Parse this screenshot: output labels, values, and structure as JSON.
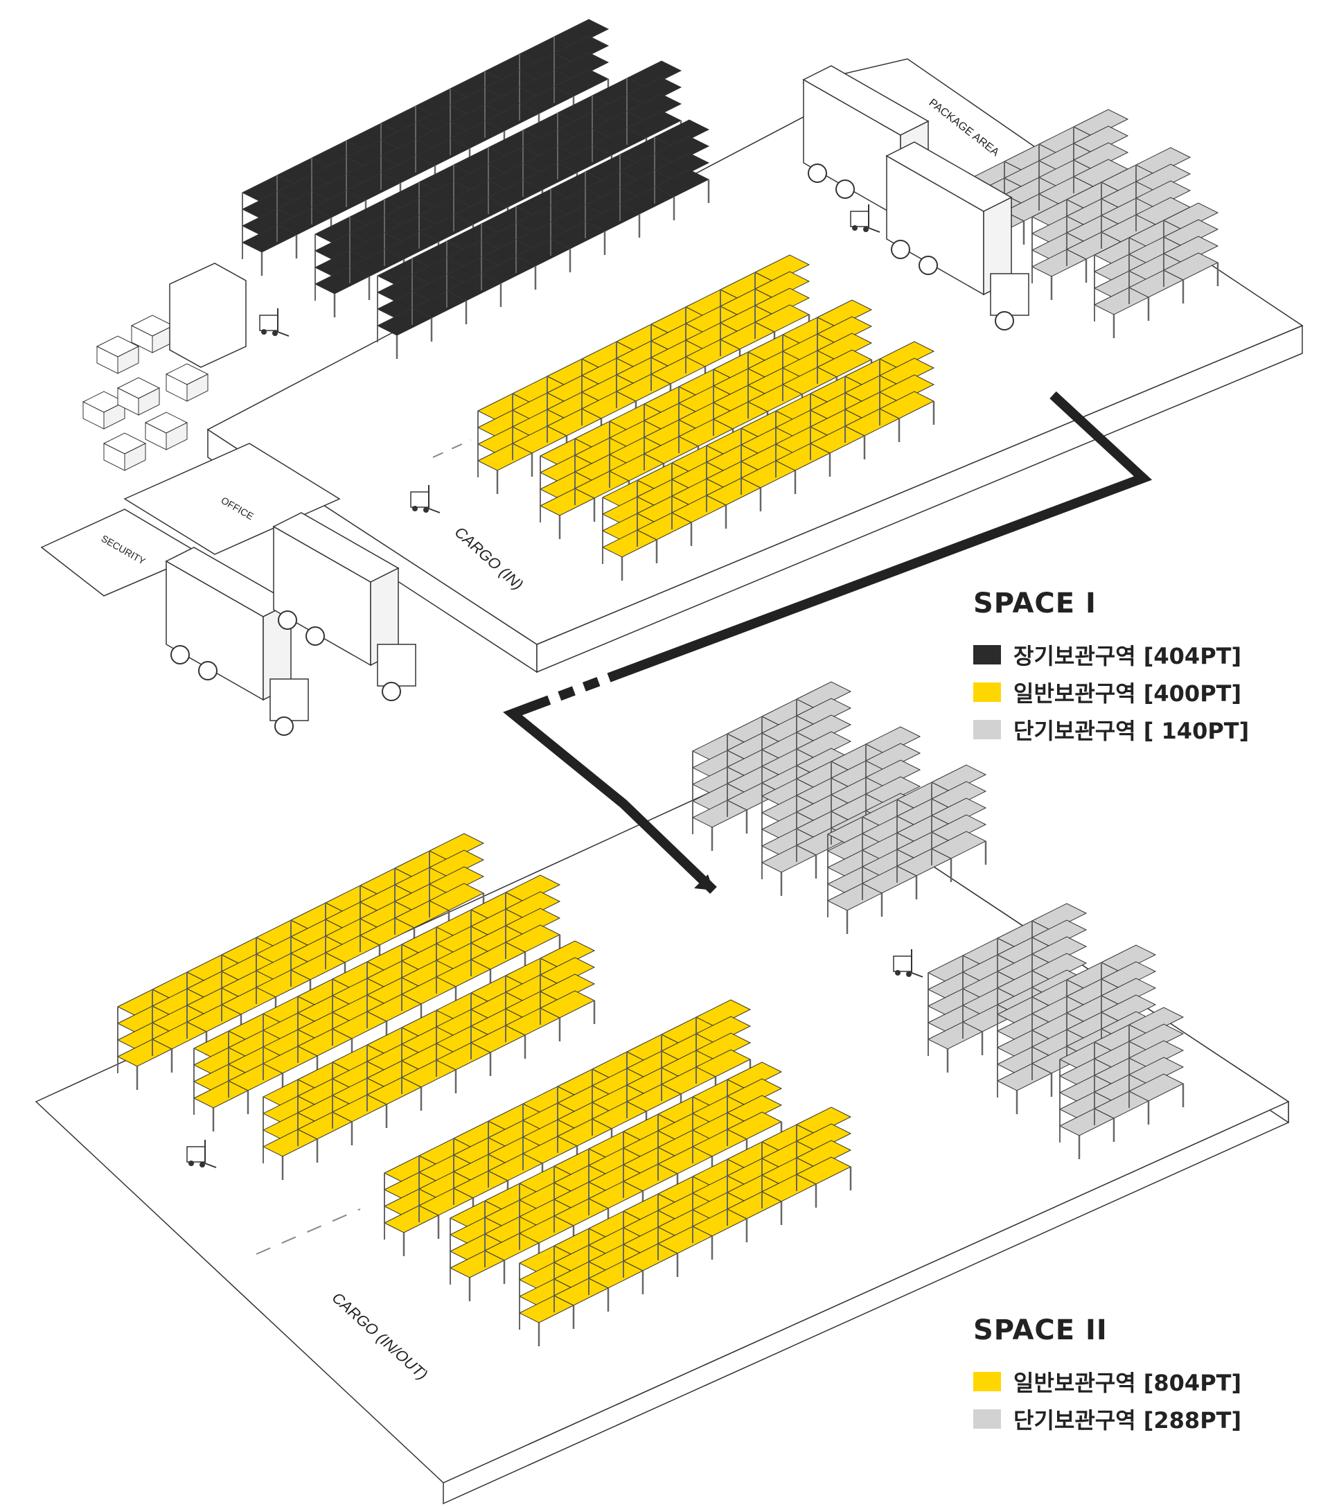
{
  "colors": {
    "long_term": "#2b2b2b",
    "general": "#ffd600",
    "short_term": "#d2d2d2",
    "line": "#333333",
    "floor": "#ffffff"
  },
  "area_labels": {
    "package_area": "PACKAGE AREA",
    "office": "OFFICE",
    "security": "SECURITY",
    "cargo_in": "CARGO (IN)",
    "cargo_inout": "CARGO (IN/OUT)"
  },
  "space1": {
    "title": "SPACE I",
    "items": [
      {
        "label": "장기보관구역 [404PT]",
        "color": "#2b2b2b"
      },
      {
        "label": "일반보관구역 [400PT]",
        "color": "#ffd600"
      },
      {
        "label": "단기보관구역 [ 140PT]",
        "color": "#d2d2d2"
      }
    ]
  },
  "space2": {
    "title": "SPACE II",
    "items": [
      {
        "label": "일반보관구역 [804PT]",
        "color": "#ffd600"
      },
      {
        "label": "단기보관구역 [288PT]",
        "color": "#d2d2d2"
      }
    ]
  },
  "icons": [
    "forklift-icon",
    "truck-icon",
    "box-stack-icon"
  ]
}
